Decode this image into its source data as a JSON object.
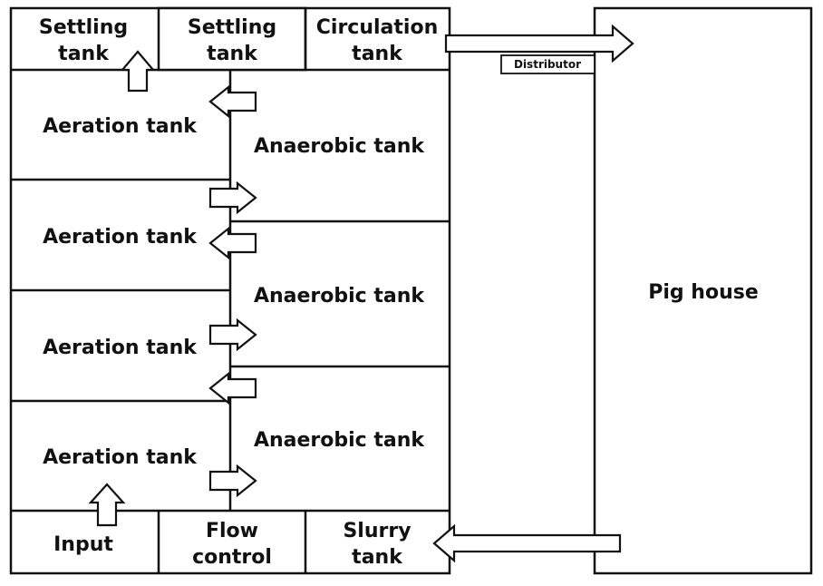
{
  "labels": {
    "settling_tank_1": [
      "Settling",
      "tank"
    ],
    "settling_tank_2": [
      "Settling",
      "tank"
    ],
    "circulation_tank": [
      "Circulation",
      "tank"
    ],
    "distributor": "Distributor",
    "aeration_tank": "Aeration tank",
    "anaerobic_tank": "Anaerobic tank",
    "pig_house": "Pig house",
    "input": "Input",
    "flow_control": [
      "Flow",
      "control"
    ],
    "slurry_tank": [
      "Slurry",
      "tank"
    ]
  },
  "colors": {
    "stroke": "#111111",
    "fill": "#ffffff"
  }
}
